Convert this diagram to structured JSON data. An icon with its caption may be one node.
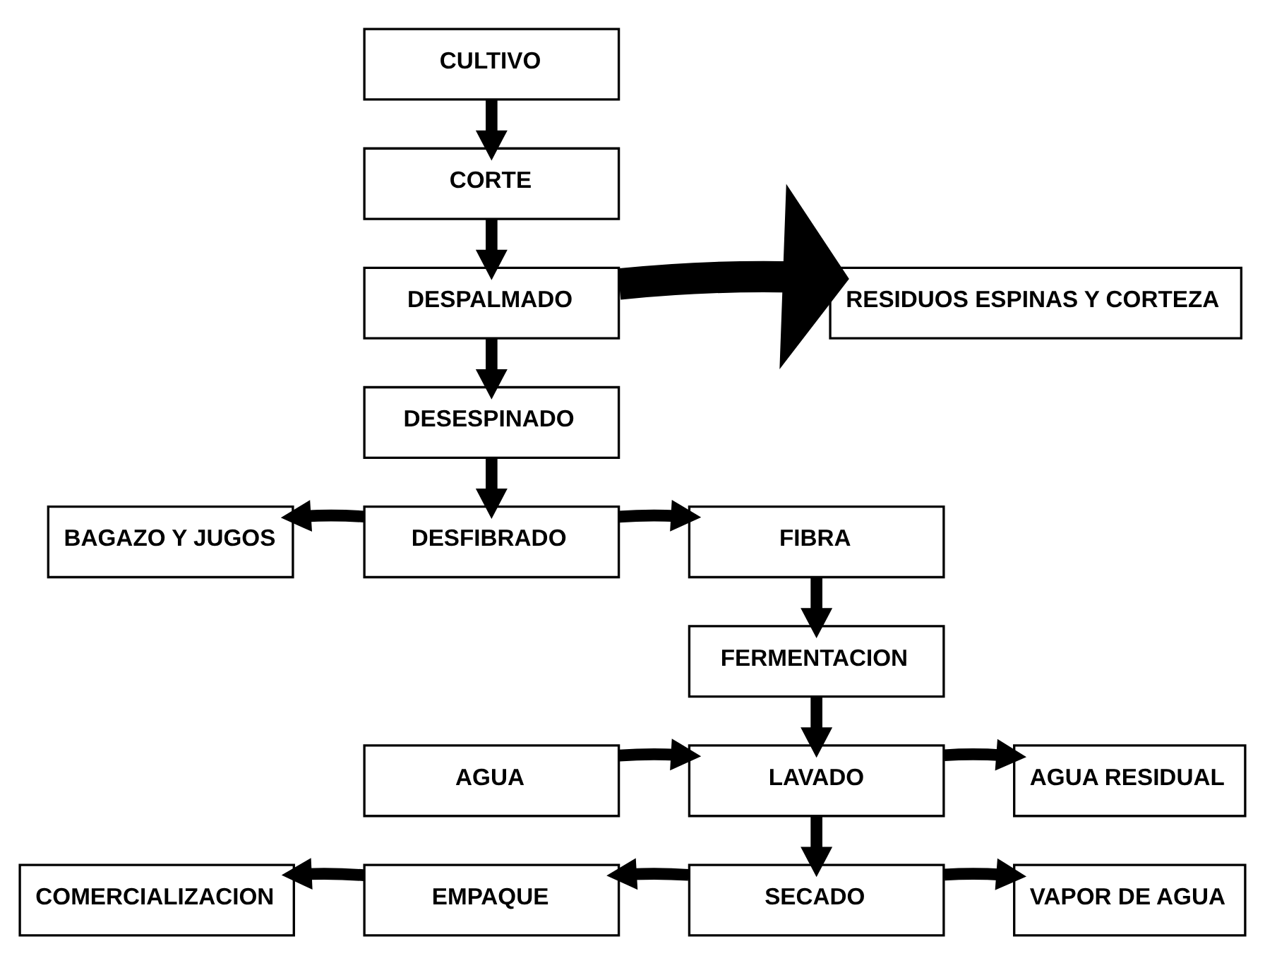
{
  "diagram": {
    "nodes": [
      {
        "text": [
          "CULTIVO"
        ]
      },
      {
        "text": [
          "CORTE"
        ]
      },
      {
        "text": [
          "DESPALMADO"
        ]
      },
      {
        "text": [
          "DESESPINADO"
        ]
      },
      {
        "text": [
          "RESIDUOS ESPINAS Y CORTEZA"
        ]
      },
      {
        "text": [
          "BAGAZO Y JUGOS"
        ]
      },
      {
        "text": [
          "DESFIBRADO"
        ]
      },
      {
        "text": [
          "FIBRA"
        ]
      },
      {
        "text": [
          "FERMENTACION"
        ]
      },
      {
        "text": [
          "AGUA"
        ]
      },
      {
        "text": [
          "LAVADO"
        ]
      },
      {
        "text": [
          "AGUA RESIDUAL"
        ]
      },
      {
        "text": [
          "COMERCIALIZACION"
        ]
      },
      {
        "text": [
          "EMPAQUE"
        ]
      },
      {
        "text": [
          "SECADO"
        ]
      },
      {
        "text": [
          "VAPOR DE AGUA"
        ]
      }
    ],
    "edges": [
      {
        "from": 0,
        "to": 1,
        "arrow": "to"
      },
      {
        "from": 1,
        "to": 2,
        "arrow": "to"
      },
      {
        "from": 2,
        "to": 3,
        "arrow": "to"
      },
      {
        "from": 2,
        "to": 4,
        "arrow": "to",
        "style": "thick"
      },
      {
        "from": 3,
        "to": 6,
        "arrow": "to"
      },
      {
        "from": 6,
        "to": 5,
        "arrow": "to"
      },
      {
        "from": 6,
        "to": 7,
        "arrow": "to"
      },
      {
        "from": 7,
        "to": 8,
        "arrow": "to"
      },
      {
        "from": 8,
        "to": 10,
        "arrow": "to"
      },
      {
        "from": 9,
        "to": 10,
        "arrow": "to"
      },
      {
        "from": 10,
        "to": 11,
        "arrow": "to"
      },
      {
        "from": 10,
        "to": 14,
        "arrow": "to"
      },
      {
        "from": 14,
        "to": 13,
        "arrow": "to"
      },
      {
        "from": 13,
        "to": 12,
        "arrow": "to"
      },
      {
        "from": 14,
        "to": 15,
        "arrow": "to"
      }
    ]
  }
}
